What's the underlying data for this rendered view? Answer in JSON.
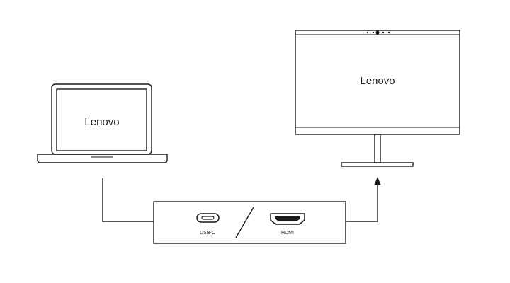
{
  "laptop": {
    "brand": "Lenovo"
  },
  "monitor": {
    "brand": "Lenovo"
  },
  "adapter": {
    "ports": [
      {
        "label": "USB-C"
      },
      {
        "label": "HDMI"
      }
    ]
  },
  "colors": {
    "stroke": "#1a1a1a",
    "background": "#ffffff"
  }
}
